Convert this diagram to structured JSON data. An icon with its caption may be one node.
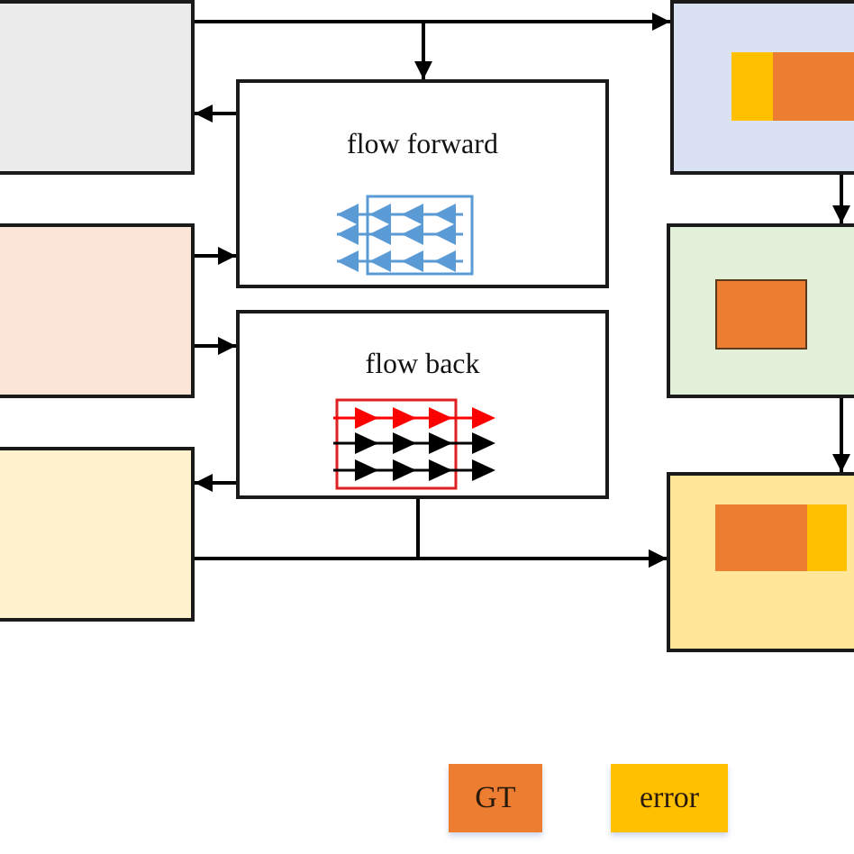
{
  "diagram": {
    "nodes": [
      {
        "text": [],
        "shape": "box"
      },
      {
        "text": [],
        "shape": "box"
      },
      {
        "text": [
          "flow forward"
        ]
      },
      {
        "text": [],
        "shape": "box"
      },
      {
        "text": [],
        "shape": "box"
      },
      {
        "text": [
          "flow back"
        ]
      },
      {
        "text": [],
        "shape": "box"
      },
      {
        "text": [],
        "shape": "box"
      }
    ],
    "edges": [
      {
        "from": 0,
        "to": 1,
        "arrow": "to"
      },
      {
        "from": 0,
        "to": 2,
        "arrow": "to"
      },
      {
        "from": 2,
        "to": 0,
        "arrow": "to"
      },
      {
        "from": 3,
        "to": 2,
        "arrow": "to"
      },
      {
        "from": 3,
        "to": 5,
        "arrow": "to"
      },
      {
        "from": 5,
        "to": 6,
        "arrow": "to"
      },
      {
        "from": 5,
        "to": 7,
        "arrow": "to"
      },
      {
        "from": 6,
        "to": 7,
        "arrow": "to"
      },
      {
        "from": 1,
        "to": 4,
        "arrow": "to"
      },
      {
        "from": 4,
        "to": 7,
        "arrow": "to"
      }
    ],
    "legend": [
      {
        "text": "GT",
        "color": "#ed7d31"
      },
      {
        "text": "error",
        "color": "#ffc000"
      }
    ]
  }
}
